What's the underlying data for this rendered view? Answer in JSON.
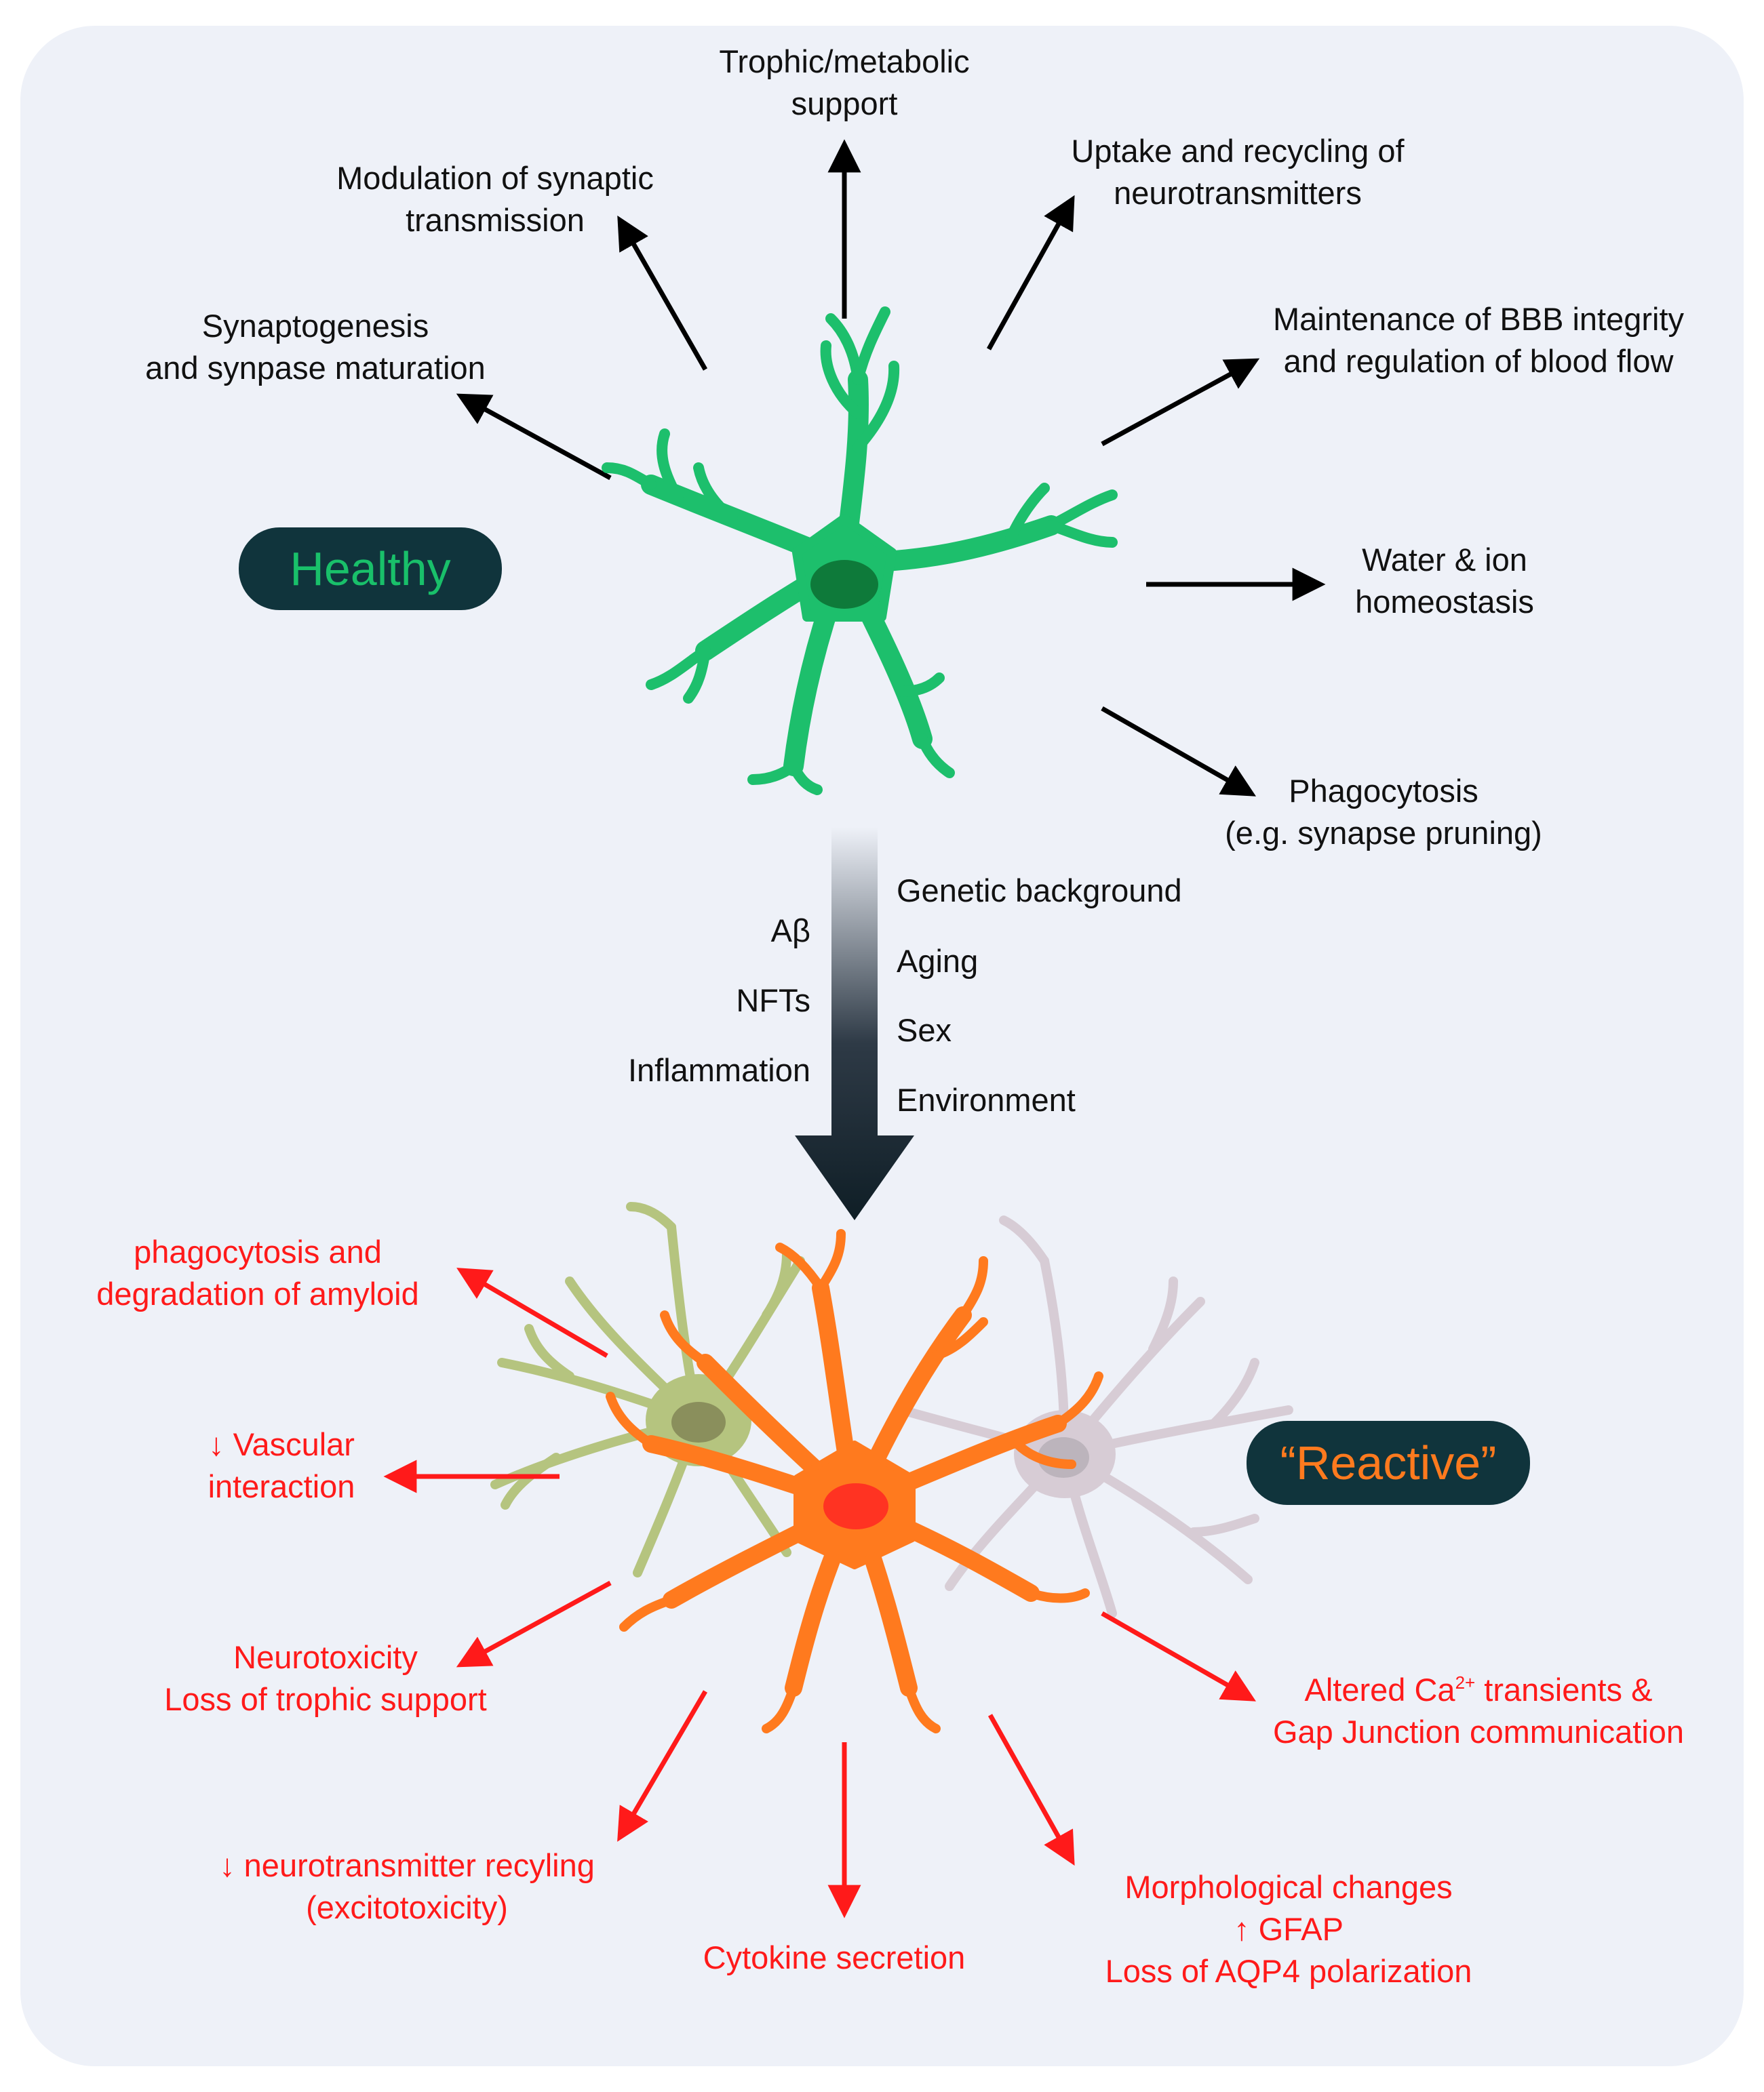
{
  "colors": {
    "panel_bg": "#eef1f8",
    "healthy_cell": "#1dbf6c",
    "healthy_nucleus": "#0e7a3a",
    "reactive_cell": "#ff7a1e",
    "reactive_nucleus": "#ff3322",
    "olive_cell": "#b5c47f",
    "gray_cell": "#d6cbd4",
    "pill_bg": "#10343c",
    "healthy_text": "#19c06a",
    "reactive_text": "#ff7a1e",
    "effect_red": "#ff1a1a"
  },
  "states": {
    "healthy": "Healthy",
    "reactive": "“Reactive”"
  },
  "healthy_functions": {
    "trophic": [
      "Trophic/metabolic",
      "support"
    ],
    "uptake": [
      "Uptake and recycling of",
      "neurotransmitters"
    ],
    "modulation": [
      "Modulation of synaptic",
      "transmission"
    ],
    "synaptogenesis": [
      "Synaptogenesis",
      "and synpase maturation"
    ],
    "bbb": [
      "Maintenance of BBB integrity",
      "and regulation of blood flow"
    ],
    "water": [
      "Water & ion",
      "homeostasis"
    ],
    "phagocytosis": [
      "Phagocytosis",
      "(e.g. synapse pruning)"
    ]
  },
  "triggers": {
    "left": [
      "Aβ",
      "NFTs",
      "Inflammation"
    ],
    "right": [
      "Genetic background",
      "Aging",
      "Sex",
      "Environment"
    ]
  },
  "reactive_effects": {
    "amyloid": [
      "phagocytosis and",
      "degradation of amyloid"
    ],
    "vascular": [
      "↓ Vascular",
      "interaction"
    ],
    "neurotoxicity": [
      "Neurotoxicity",
      "Loss of trophic support"
    ],
    "recycling": [
      "↓ neurotransmitter recyling",
      "(excitotoxicity)"
    ],
    "cytokine": [
      "Cytokine secretion"
    ],
    "morphology": [
      "Morphological changes",
      "↑ GFAP",
      "Loss of AQP4 polarization"
    ],
    "calcium": {
      "prefix": "Altered Ca",
      "superscript": "2+",
      "suffix": " transients &",
      "line2": "Gap Junction communication"
    }
  }
}
